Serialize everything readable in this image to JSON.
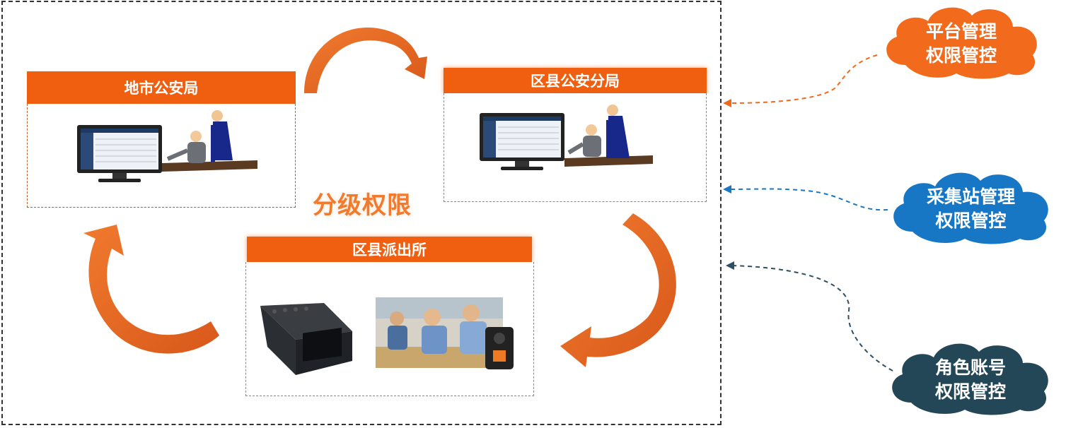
{
  "title": "分级权限",
  "panels": {
    "city": {
      "title": "地市公安局"
    },
    "district": {
      "title": "区县公安分局"
    },
    "station": {
      "title": "区县派出所"
    }
  },
  "clouds": {
    "platform": {
      "line1": "平台管理",
      "line2": "权限管控",
      "color": "#f26a1b"
    },
    "station": {
      "line1": "采集站管理",
      "line2": "权限管控",
      "color": "#1877c5"
    },
    "role": {
      "line1": "角色账号",
      "line2": "权限管控",
      "color": "#234757"
    }
  },
  "colors": {
    "accent": "#ef5f0f",
    "arrow": "#e66a23"
  }
}
